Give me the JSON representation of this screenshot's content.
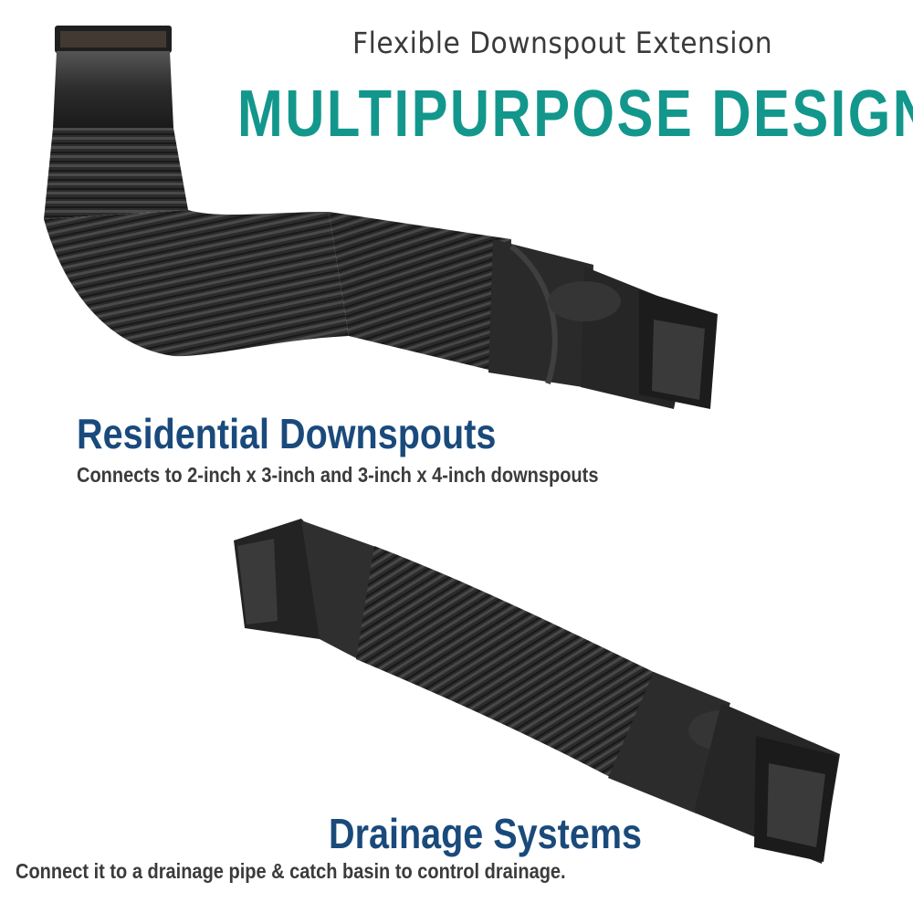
{
  "header": {
    "subtitle": "Flexible Downspout Extension",
    "headline": "MULTIPURPOSE DESIGN"
  },
  "sections": [
    {
      "title": "Residential Downspouts",
      "description": "Connects to 2-inch x 3-inch and 3-inch x 4-inch downspouts"
    },
    {
      "title": "Drainage Systems",
      "description": "Connect it to a drainage pipe & catch basin to control drainage."
    }
  ],
  "colors": {
    "headline": "#13978c",
    "section_title": "#1a4a7c",
    "body_text": "#3b3b3b",
    "product": "#2b2b2b"
  },
  "images": [
    {
      "name": "bent-downspout-extension-image"
    },
    {
      "name": "straight-downspout-extension-image"
    }
  ]
}
